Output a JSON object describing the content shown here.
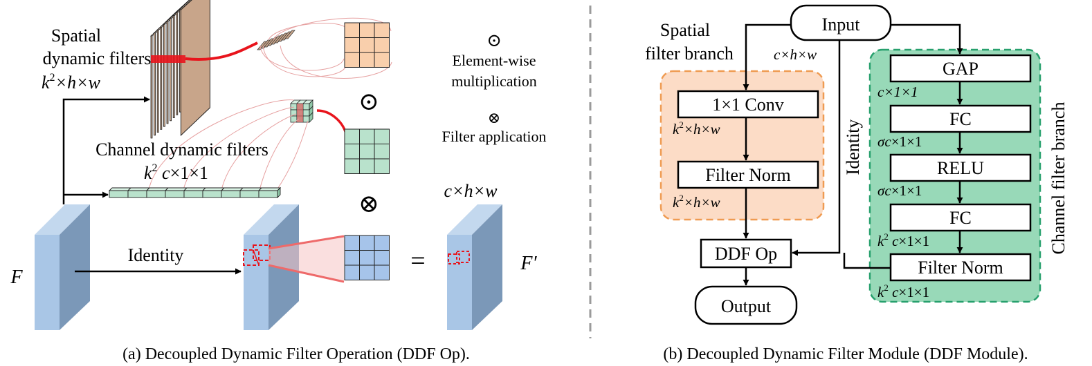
{
  "left_panel": {
    "spatial_title_line1": "Spatial",
    "spatial_title_line2": "dynamic filters",
    "spatial_dims": {
      "k": "k",
      "sup": "2",
      "rest": "×h×w"
    },
    "channel_title": "Channel dynamic filters",
    "channel_dims": {
      "k": "k",
      "sup": "2",
      "c": " c",
      "rest": "×1×1"
    },
    "identity_label": "Identity",
    "input_label": "F",
    "output_label": "F′",
    "output_dims": "c×h×w",
    "equals_sign": "=",
    "legend": {
      "odot_symbol": "⊙",
      "odot_line1": "Element-wise",
      "odot_line2": "multiplication",
      "otimes_symbol": "⊗",
      "otimes_label": "Filter application"
    },
    "big_odot": "⊙",
    "big_otimes": "⊗",
    "caption": "(a)  Decoupled Dynamic Filter Operation (DDF Op)."
  },
  "right_panel": {
    "input_label": "Input",
    "input_dims": "c×h×w",
    "spatial_branch_line1": "Spatial",
    "spatial_branch_line2": "filter branch",
    "conv_label": "1×1 Conv",
    "spatial_norm_label": "Filter Norm",
    "dims_k2hw_a": {
      "k": "k",
      "sup": "2",
      "rest": "×h×w"
    },
    "dims_k2hw_b": {
      "k": "k",
      "sup": "2",
      "rest": "×h×w"
    },
    "identity_label": "Identity",
    "ddf_op_label": "DDF Op",
    "output_label": "Output",
    "gap_label": "GAP",
    "fc1_label": "FC",
    "relu_label": "RELU",
    "fc2_label": "FC",
    "channel_norm_label": "Filter Norm",
    "dims_c11": "c×1×1",
    "dims_sc11_a": {
      "s": "σc",
      "rest": "×1×1"
    },
    "dims_sc11_b": {
      "s": "σc",
      "rest": "×1×1"
    },
    "dims_k2c11_a": {
      "k": "k",
      "sup": "2",
      "c": " c",
      "rest": "×1×1"
    },
    "dims_k2c11_b": {
      "k": "k",
      "sup": "2",
      "c": " c",
      "rest": "×1×1"
    },
    "channel_branch_label": "Channel filter branch",
    "caption": "(b)  Decoupled Dynamic Filter Module (DDF Module)."
  },
  "colors": {
    "feature_front": "#a9c6e6",
    "feature_side": "#7b98b8",
    "spatial_filter": "#c8a58a",
    "highlight_red": "#e8141c",
    "peach_grid": "#f9cfac",
    "green_grid": "#b9e2cc",
    "blue_grid": "#a6c4ea",
    "spatial_branch_fill": "#fcdcc6",
    "spatial_branch_border": "#ef9b52",
    "channel_branch_fill": "#98d9b8",
    "channel_branch_border": "#27a06d",
    "divider": "#9a9a9a"
  }
}
